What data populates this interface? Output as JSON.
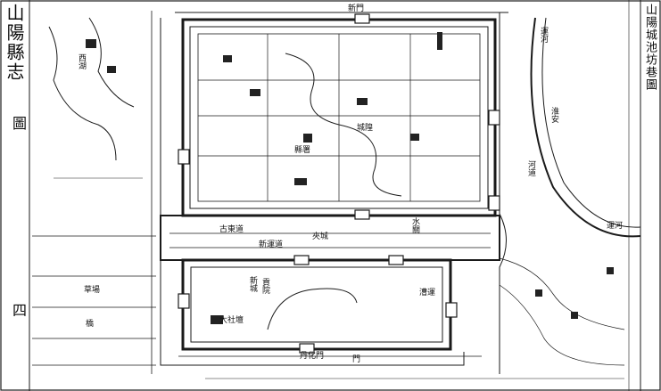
{
  "book": {
    "title": "山陽縣志",
    "section": "圖",
    "page_number": "四"
  },
  "map": {
    "title": "山陽城池坊巷圖",
    "labels": {
      "canal_upper": "運河",
      "canal_right": "運河",
      "street_1": "古東道",
      "street_2": "新運道",
      "south_gate": "丹化門",
      "south_gate_2": "門",
      "new_city": "新城",
      "tribute_hall": "貢院",
      "dali_dan": "大社壇",
      "county_office": "縣署",
      "temple_city_god": "城隍",
      "west_lake": "西湖",
      "zhaoyang_lake": "漕運",
      "right_yard": "淮安",
      "mid_city": "夾城",
      "water_gate": "水關",
      "left_yard": "草場",
      "bridge": "橋",
      "north_gate_new": "新門",
      "river_office": "河道"
    }
  }
}
